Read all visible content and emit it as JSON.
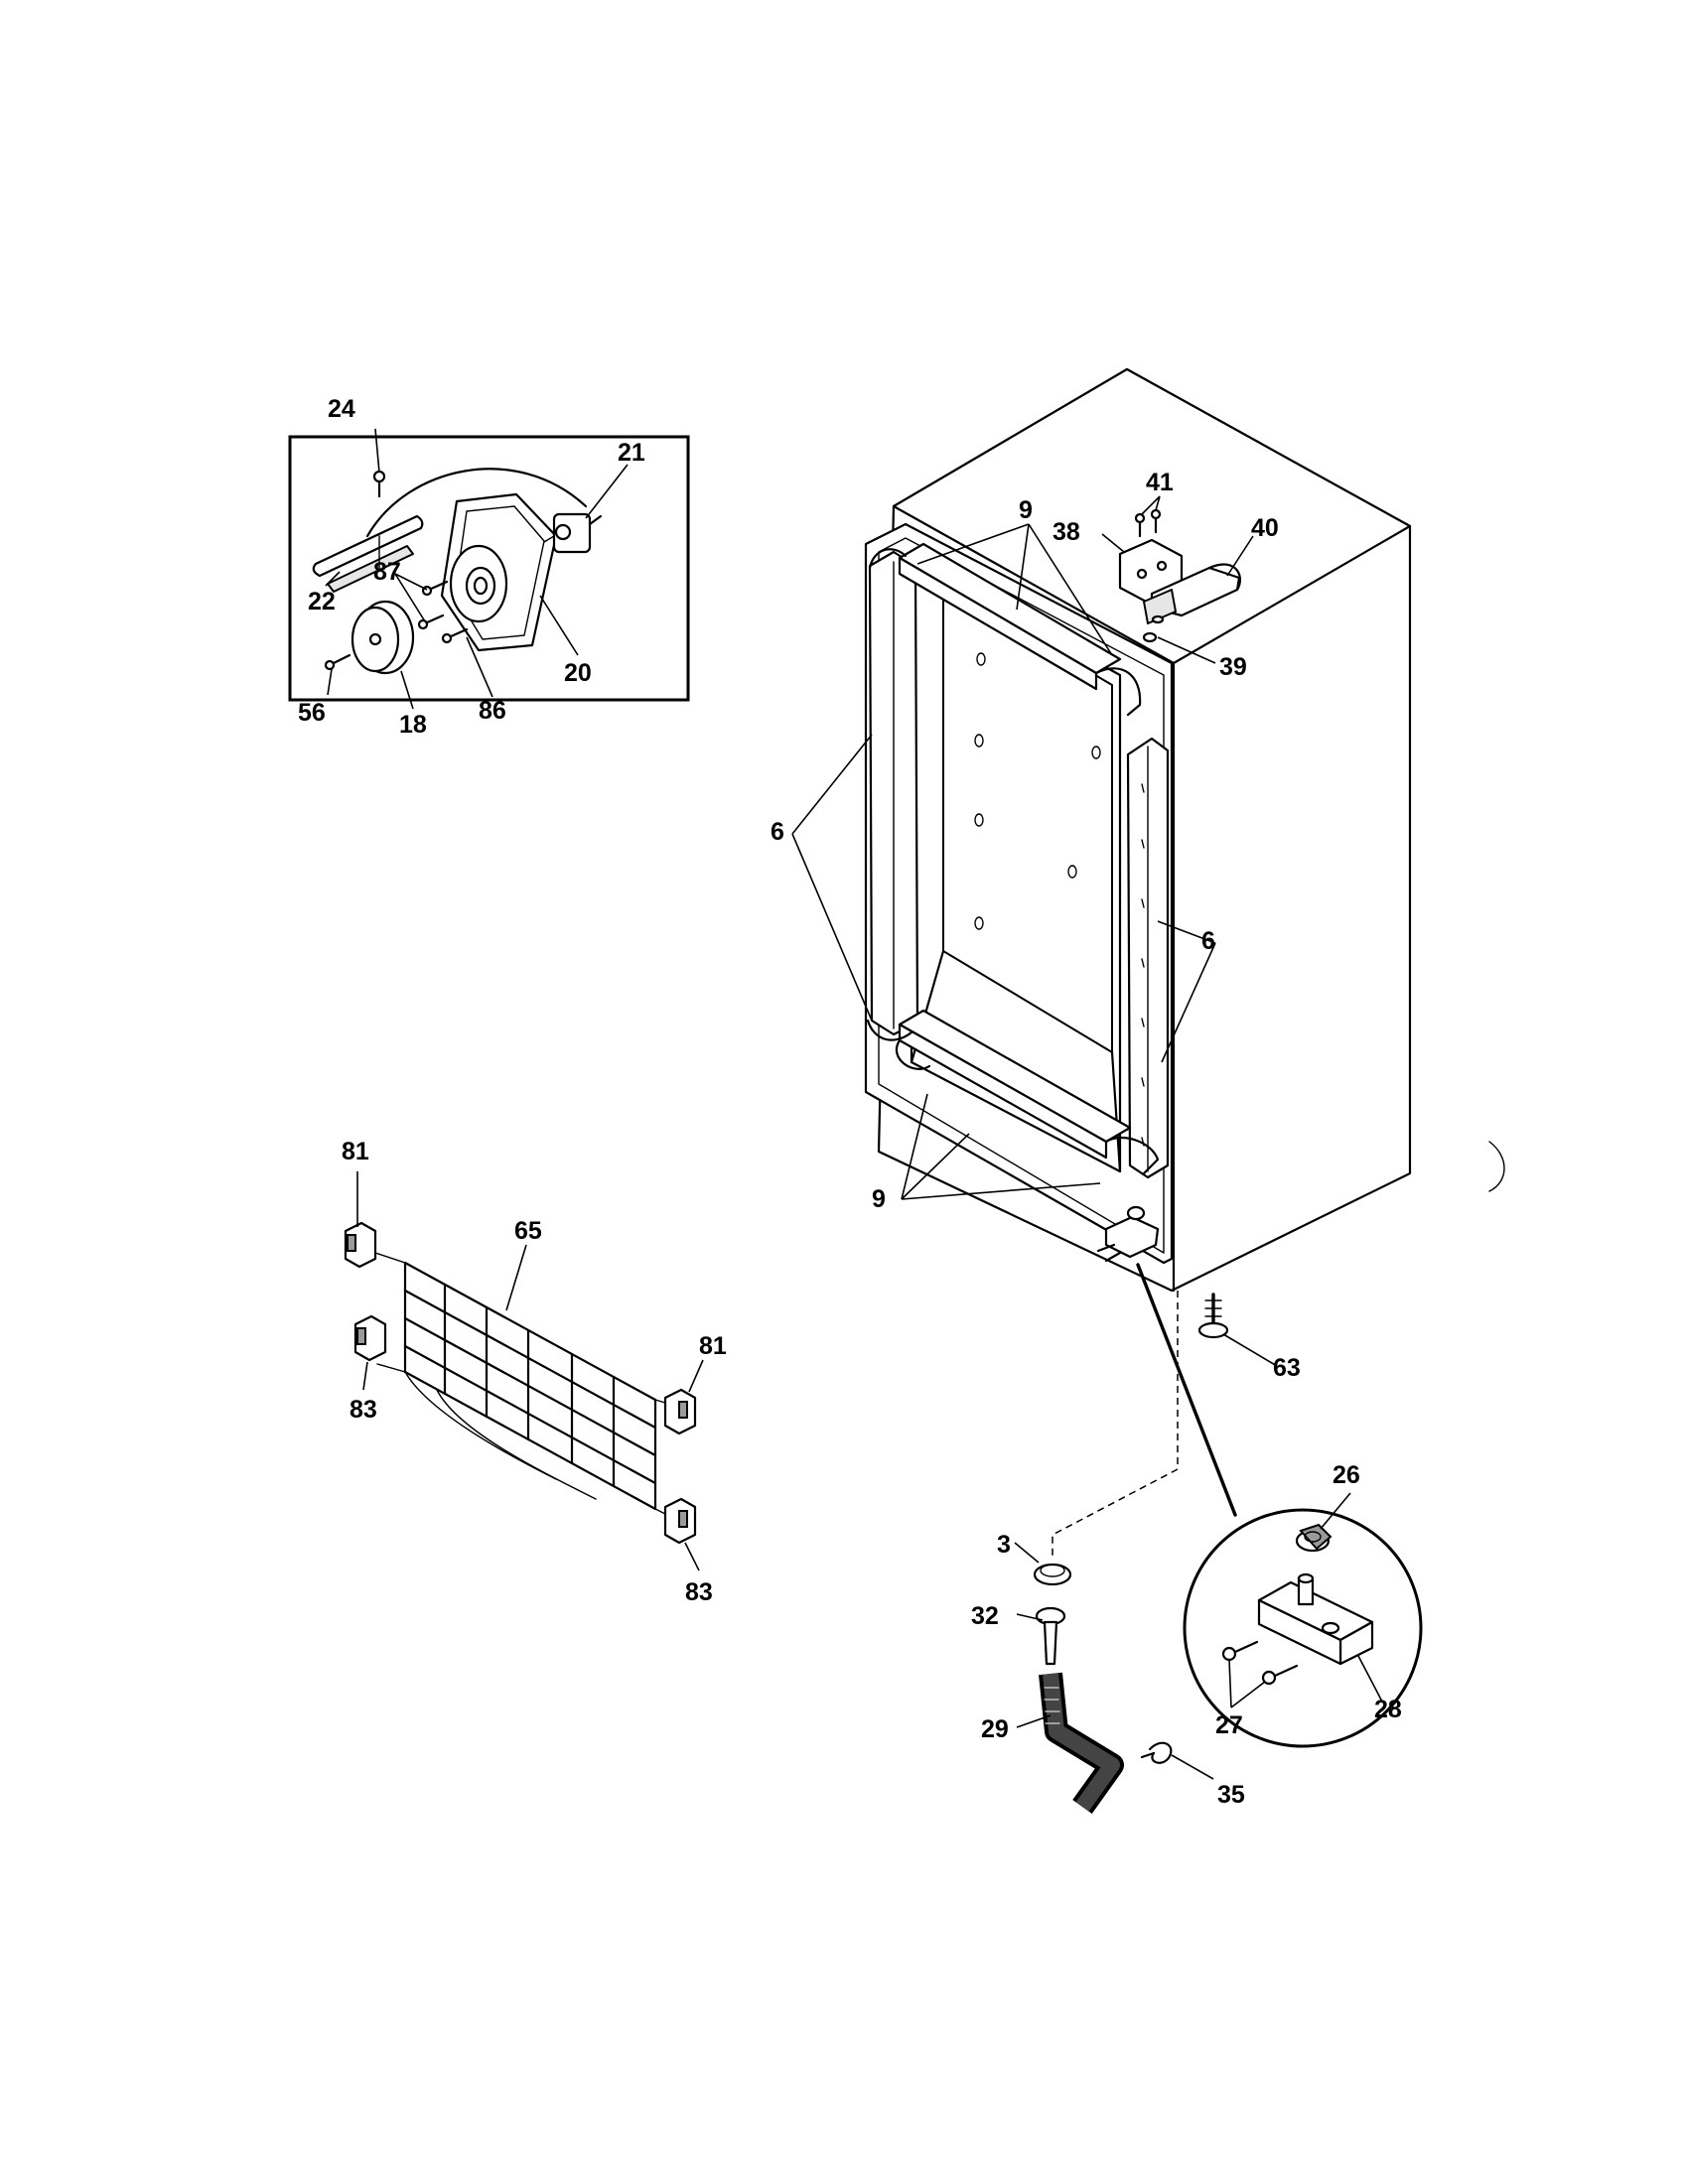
{
  "part_labels": {
    "p24": "24",
    "p21": "21",
    "p87": "87",
    "p22": "22",
    "p20": "20",
    "p56": "56",
    "p18": "18",
    "p86": "86",
    "p41": "41",
    "p38": "38",
    "p40": "40",
    "p39": "39",
    "p9_top": "9",
    "p6_left": "6",
    "p6_right": "6",
    "p9_bottom": "9",
    "p81_top": "81",
    "p65": "65",
    "p81_right": "81",
    "p83_left": "83",
    "p83_right": "83",
    "p63": "63",
    "p26": "26",
    "p3": "3",
    "p32": "32",
    "p29": "29",
    "p27": "27",
    "p28": "28",
    "p35": "35"
  }
}
